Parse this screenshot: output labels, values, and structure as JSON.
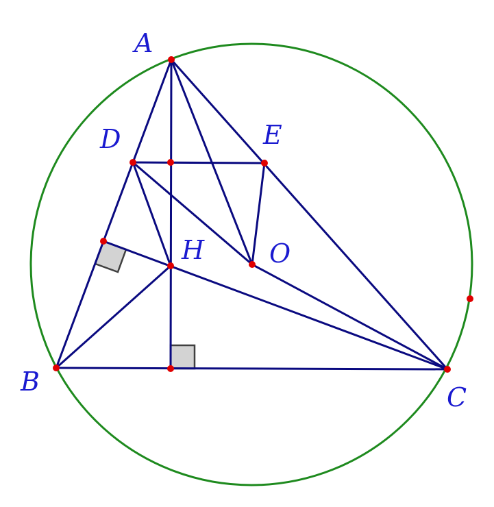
{
  "points": {
    "A": {
      "label": "A",
      "color": "#1a1ad0"
    },
    "B": {
      "label": "B",
      "color": "#1a1ad0"
    },
    "C": {
      "label": "C",
      "color": "#1a1ad0"
    },
    "D": {
      "label": "D",
      "color": "#1a1ad0"
    },
    "E": {
      "label": "E",
      "color": "#1a1ad0"
    },
    "H": {
      "label": "H",
      "color": "#1a1ad0"
    },
    "O": {
      "label": "O",
      "color": "#1a1ad0"
    }
  },
  "colors": {
    "segments": "#0a0a80",
    "circle": "#1e8a1e",
    "point_marker": "#e00000",
    "right_angle_fill": "#d3d3d3"
  }
}
